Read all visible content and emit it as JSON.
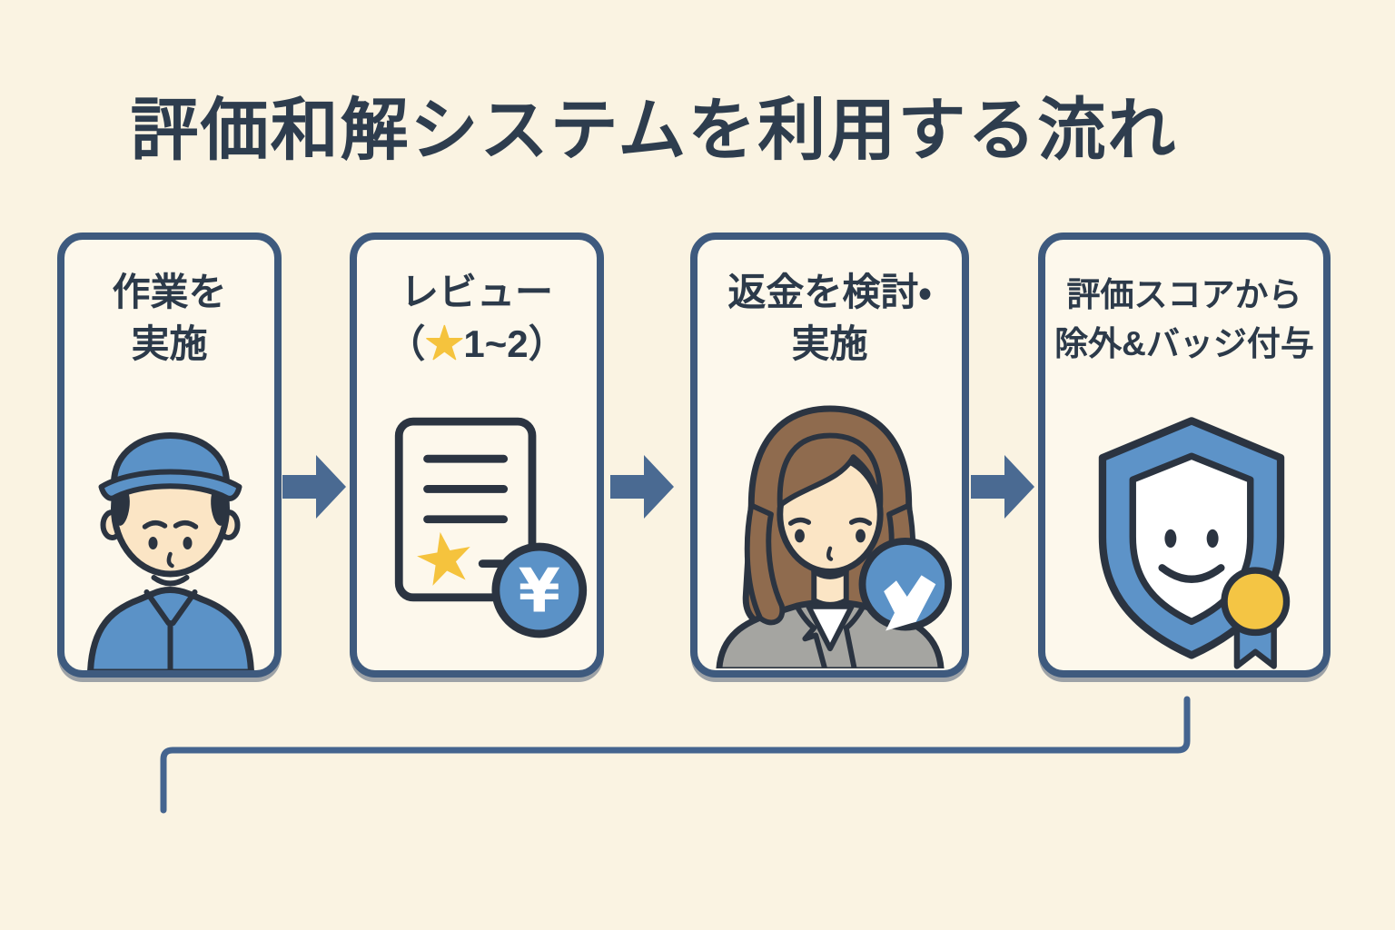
{
  "title": "評価和解システムを利用する流れ",
  "colors": {
    "background": "#faf3e2",
    "card_background": "#fdf8ec",
    "card_border": "#3e5a7e",
    "text_dark": "#2c3a4a",
    "accent_blue": "#5b92c7",
    "arrow_blue": "#4a6a92",
    "star_yellow": "#f5c33d",
    "medal_yellow": "#f4c544",
    "hair_brown": "#8f6b4e",
    "suit_gray": "#a5a5a1",
    "skin_tone": "#fbe5c5",
    "outline_dark": "#2b3441"
  },
  "steps": [
    {
      "order": 1,
      "title_lines": [
        "作業を",
        "実施"
      ],
      "icon": "worker-avatar-icon"
    },
    {
      "order": 2,
      "title_line1": "レビュー",
      "paren_open": "（",
      "star": "★",
      "rating_text": "1~2",
      "paren_close": "）",
      "coin_symbol": "¥",
      "icon": "review-document-yen-icon"
    },
    {
      "order": 3,
      "title_lines": [
        "返金を検討・",
        "実施"
      ],
      "icon": "client-woman-refund-icon"
    },
    {
      "order": 4,
      "title_lines": [
        "評価スコアから",
        "除外&バッジ付与"
      ],
      "icon": "shield-smile-badge-icon"
    }
  ]
}
